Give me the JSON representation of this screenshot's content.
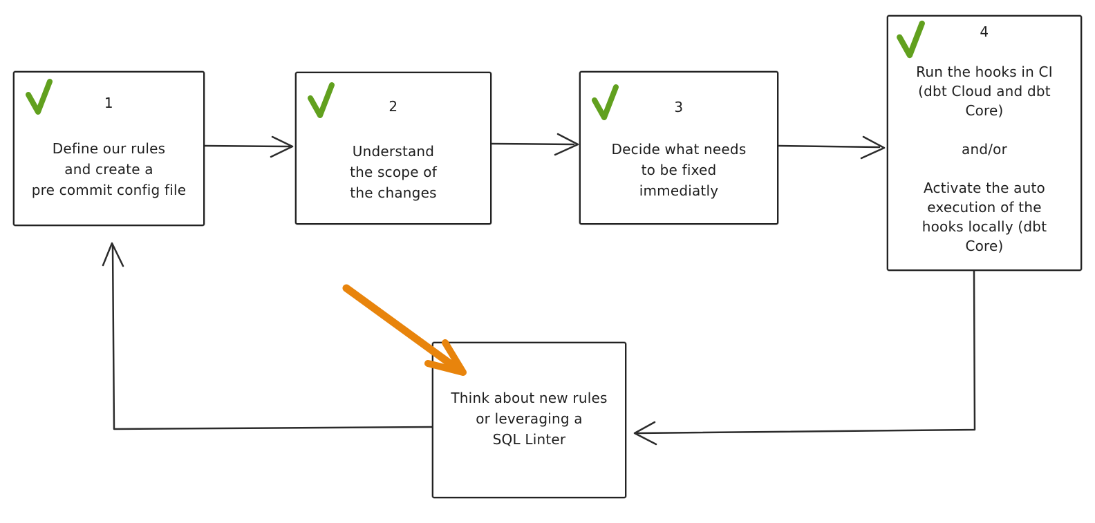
{
  "diagram": {
    "type": "flowchart",
    "style": "hand-drawn-sketch",
    "colors": {
      "background": "#ffffff",
      "ink": "#1e1e1e",
      "check": "#61a01e",
      "highlight_arrow": "#e8840c"
    },
    "nodes": [
      {
        "id": "step-1",
        "number": "1",
        "checked": true,
        "text": "Define our rules\nand create a\npre commit config file"
      },
      {
        "id": "step-2",
        "number": "2",
        "checked": true,
        "text": "Understand\nthe scope of\nthe changes"
      },
      {
        "id": "step-3",
        "number": "3",
        "checked": true,
        "text": "Decide what needs\nto be fixed\nimmediatly"
      },
      {
        "id": "step-4",
        "number": "4",
        "checked": true,
        "text": "Run the hooks in CI\n(dbt Cloud and dbt\nCore)\n\nand/or\n\nActivate the auto\nexecution of the\nhooks locally (dbt\nCore)"
      },
      {
        "id": "think-new-rules",
        "number": "",
        "checked": false,
        "text": "Think about new rules\nor leveraging a\nSQL Linter"
      }
    ],
    "edges": [
      {
        "from": "step-1",
        "to": "step-2",
        "style": "ink-arrow"
      },
      {
        "from": "step-2",
        "to": "step-3",
        "style": "ink-arrow"
      },
      {
        "from": "step-3",
        "to": "step-4",
        "style": "ink-arrow"
      },
      {
        "from": "step-4",
        "to": "think-new-rules",
        "style": "ink-arrow-elbow"
      },
      {
        "from": "think-new-rules",
        "to": "step-1",
        "style": "ink-arrow-elbow"
      },
      {
        "from": "annotation",
        "to": "think-new-rules",
        "style": "thick-orange-arrow"
      }
    ]
  }
}
